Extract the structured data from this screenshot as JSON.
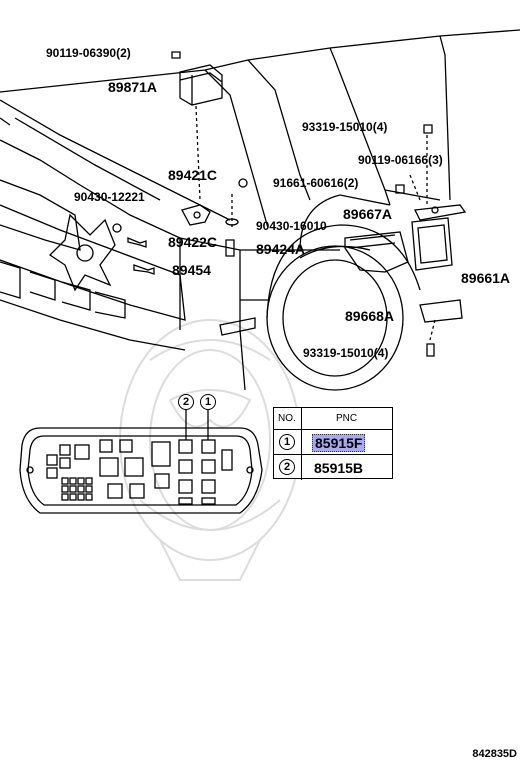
{
  "callouts": {
    "p90119_06390": "90119-06390(2)",
    "p89871a": "89871A",
    "p93319_15010_top": "93319-15010(4)",
    "p90119_06166": "90119-06166(3)",
    "p89421c": "89421C",
    "p91661_60616": "91661-60616(2)",
    "p90430_12221": "90430-12221",
    "p89667a": "89667A",
    "p90430_16010": "90430-16010",
    "p89422c": "89422C",
    "p89424a": "89424A",
    "p89454": "89454",
    "p89661a": "89661A",
    "p89668a": "89668A",
    "p93319_15010_bottom": "93319-15010(4)"
  },
  "fuse_block": {
    "marker_1": "1",
    "marker_2": "2"
  },
  "pnc_table": {
    "header_no": "NO.",
    "header_pnc": "PNC",
    "rows": [
      {
        "no": "1",
        "pnc": "85915F",
        "highlighted": true
      },
      {
        "no": "2",
        "pnc": "85915B",
        "highlighted": false
      }
    ]
  },
  "diagram_code": "842835D",
  "colors": {
    "line": "#000000",
    "highlight": "#a9a9f0",
    "watermark": "#dcdcdc"
  }
}
